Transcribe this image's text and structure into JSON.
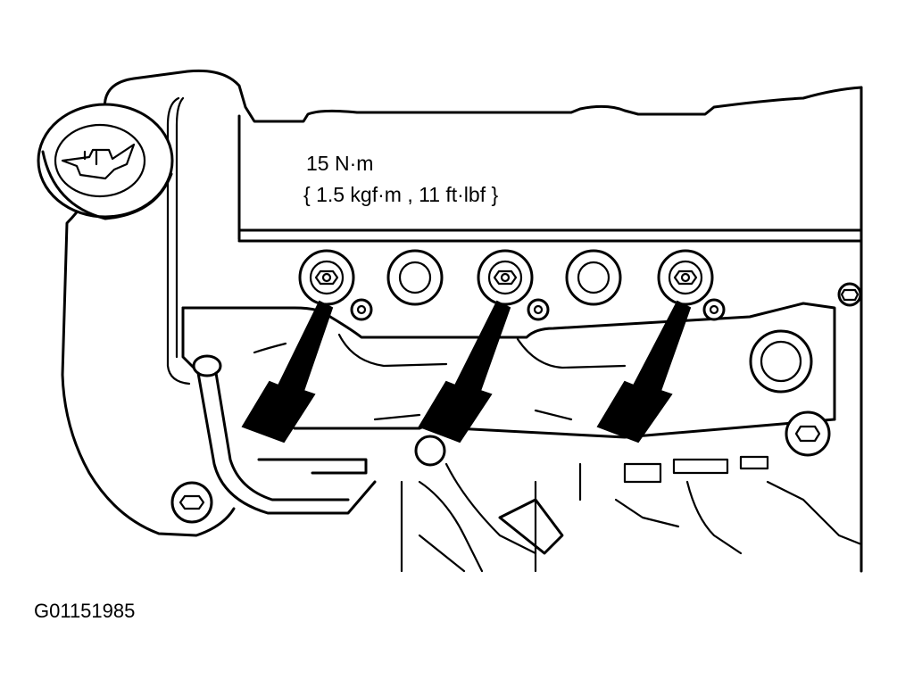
{
  "figure": {
    "torque_value": "15 N·m",
    "torque_conversion": "{ 1.5 kgf·m , 11 ft·lbf }",
    "figure_id": "G01151985"
  },
  "annotations": {
    "arrow_count": 3,
    "indicated_part": "cylinder head cover bolts"
  }
}
